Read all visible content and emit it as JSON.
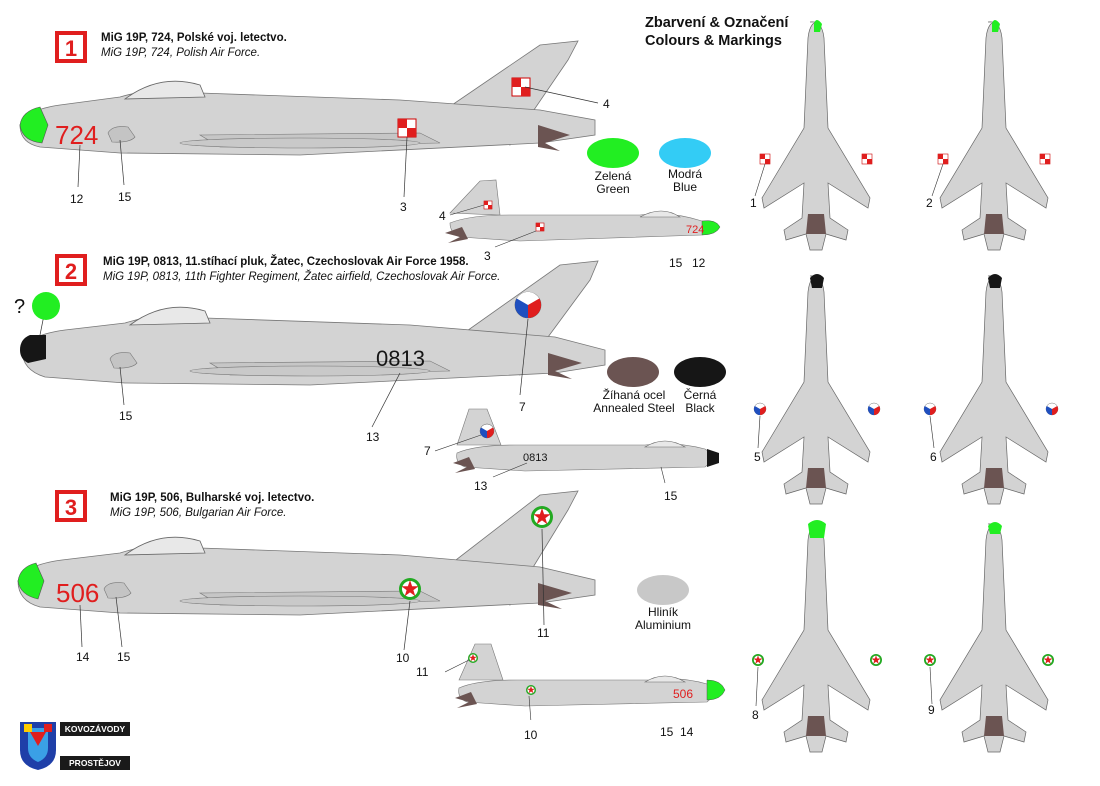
{
  "heading": {
    "line1": "Zbarvení & Označení",
    "line2": "Colours & Markings"
  },
  "schemes": [
    {
      "number": "1",
      "title": "MiG 19P, 724, Polské voj. letectvo.",
      "subtitle": "MiG 19P, 724, Polish Air Force.",
      "serial": "724"
    },
    {
      "number": "2",
      "title": "MiG 19P, 0813, 11.stíhací pluk, Žatec, Czechoslovak Air Force 1958.",
      "subtitle": "MiG 19P, 0813, 11th Fighter Regiment, Žatec airfield, Czechoslovak Air Force.",
      "serial": "0813",
      "question_mark": "?"
    },
    {
      "number": "3",
      "title": "MiG 19P, 506, Bulharské voj. letectvo.",
      "subtitle": "MiG 19P, 506, Bulgarian Air Force.",
      "serial": "506"
    }
  ],
  "callouts": {
    "s1_side": [
      "4",
      "3",
      "12",
      "15"
    ],
    "s1_small": [
      "4",
      "3",
      "15",
      "12"
    ],
    "s2_side": [
      "15",
      "13",
      "7"
    ],
    "s2_small": [
      "7",
      "13",
      "15"
    ],
    "s3_side": [
      "14",
      "15",
      "10",
      "11"
    ],
    "s3_small": [
      "11",
      "10",
      "15",
      "14"
    ],
    "plan": [
      "1",
      "2",
      "5",
      "6",
      "8",
      "9"
    ]
  },
  "swatches": [
    {
      "cz": "Zelená",
      "en": "Green",
      "color": "#22ee22"
    },
    {
      "cz": "Modrá",
      "en": "Blue",
      "color": "#33ccf5"
    },
    {
      "cz": "Žíhaná ocel",
      "en": "Annealed Steel",
      "color": "#6b5452"
    },
    {
      "cz": "Černá",
      "en": "Black",
      "color": "#161616"
    },
    {
      "cz": "Hliník",
      "en": "Aluminium",
      "color": "#c8c8c8"
    }
  ],
  "logo": {
    "line1": "KOVOZÁVODY",
    "line2": "PROSTĚJOV"
  },
  "colors": {
    "aluminium": "#d3d3d3",
    "red": "#e01e1e",
    "green": "#22ee22",
    "steel": "#6b5452",
    "black": "#161616"
  }
}
